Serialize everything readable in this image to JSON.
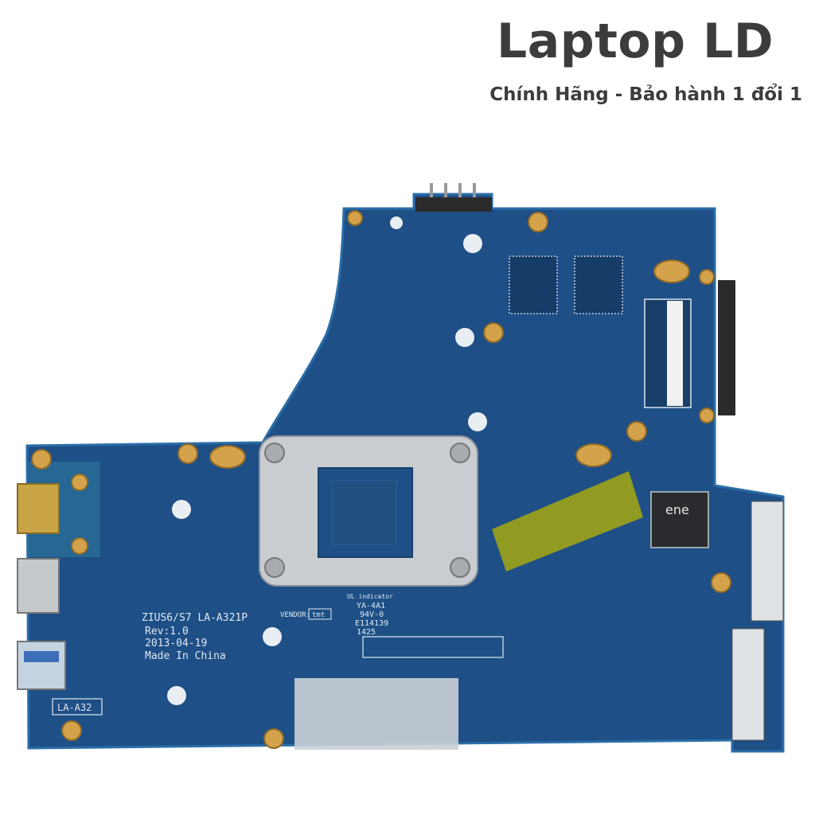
{
  "brand": {
    "title": "Laptop LD",
    "subtitle": "Chính Hãng - Bảo hành 1 đổi 1"
  },
  "board_silkscreen": {
    "model": "ZIUS6/S7  LA-A321P",
    "revision": "Rev:1.0",
    "date": "2013-04-19",
    "origin": "Made In China",
    "corner_label": "LA-A32",
    "vendor": "VENDOR:",
    "vendor_mark": "tmt",
    "ul_indicator": "UL indicator",
    "ul_code": "YA-4A1",
    "ul_rating": "94V-0",
    "ul_file": "E114139",
    "date_code": "1425",
    "chip_logo": "ene"
  },
  "colors": {
    "pcb": "#1e4f86",
    "pcb_dark": "#173f6e",
    "pcb_edge": "#2a6ea8",
    "bracket": "#c9ccd0",
    "gold": "#d4a24a",
    "tape": "#b8b400",
    "text": "#3c3c3c"
  }
}
